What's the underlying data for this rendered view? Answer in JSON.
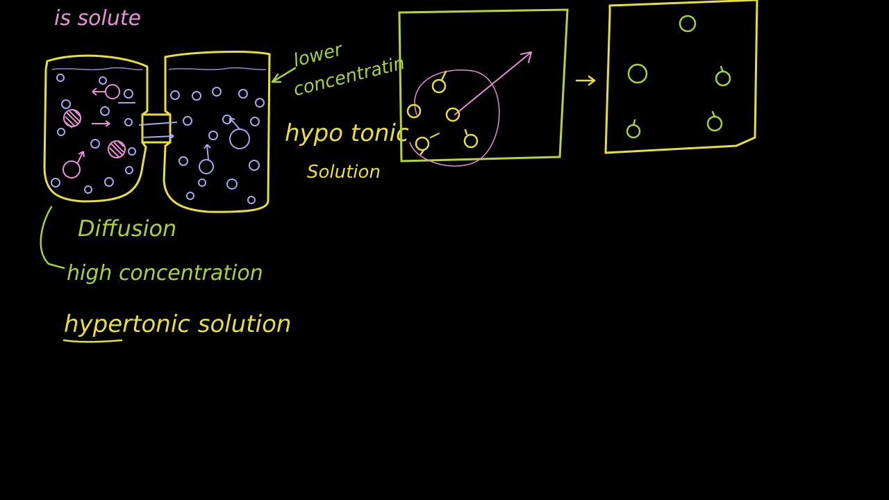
{
  "colors": {
    "background": "#000000",
    "container": "#e8df3c",
    "label": "#a9d13a",
    "solute_pink": "#e890d8",
    "solute_blue": "#a8a8ee",
    "water_line": "#8c8cdc",
    "right_panel_stroke": "#b7d53a",
    "right_panel_particle": "#a9d13a"
  },
  "labels": {
    "is_solute": "is solute",
    "lower_concentration_1": "lower",
    "lower_concentration_2": "concentratin",
    "hypotonic": "hypo tonic",
    "solution": "Solution",
    "diffusion": "Diffusion",
    "high_concentration": "high concentration",
    "hypertonic": "hypertonic solution"
  }
}
